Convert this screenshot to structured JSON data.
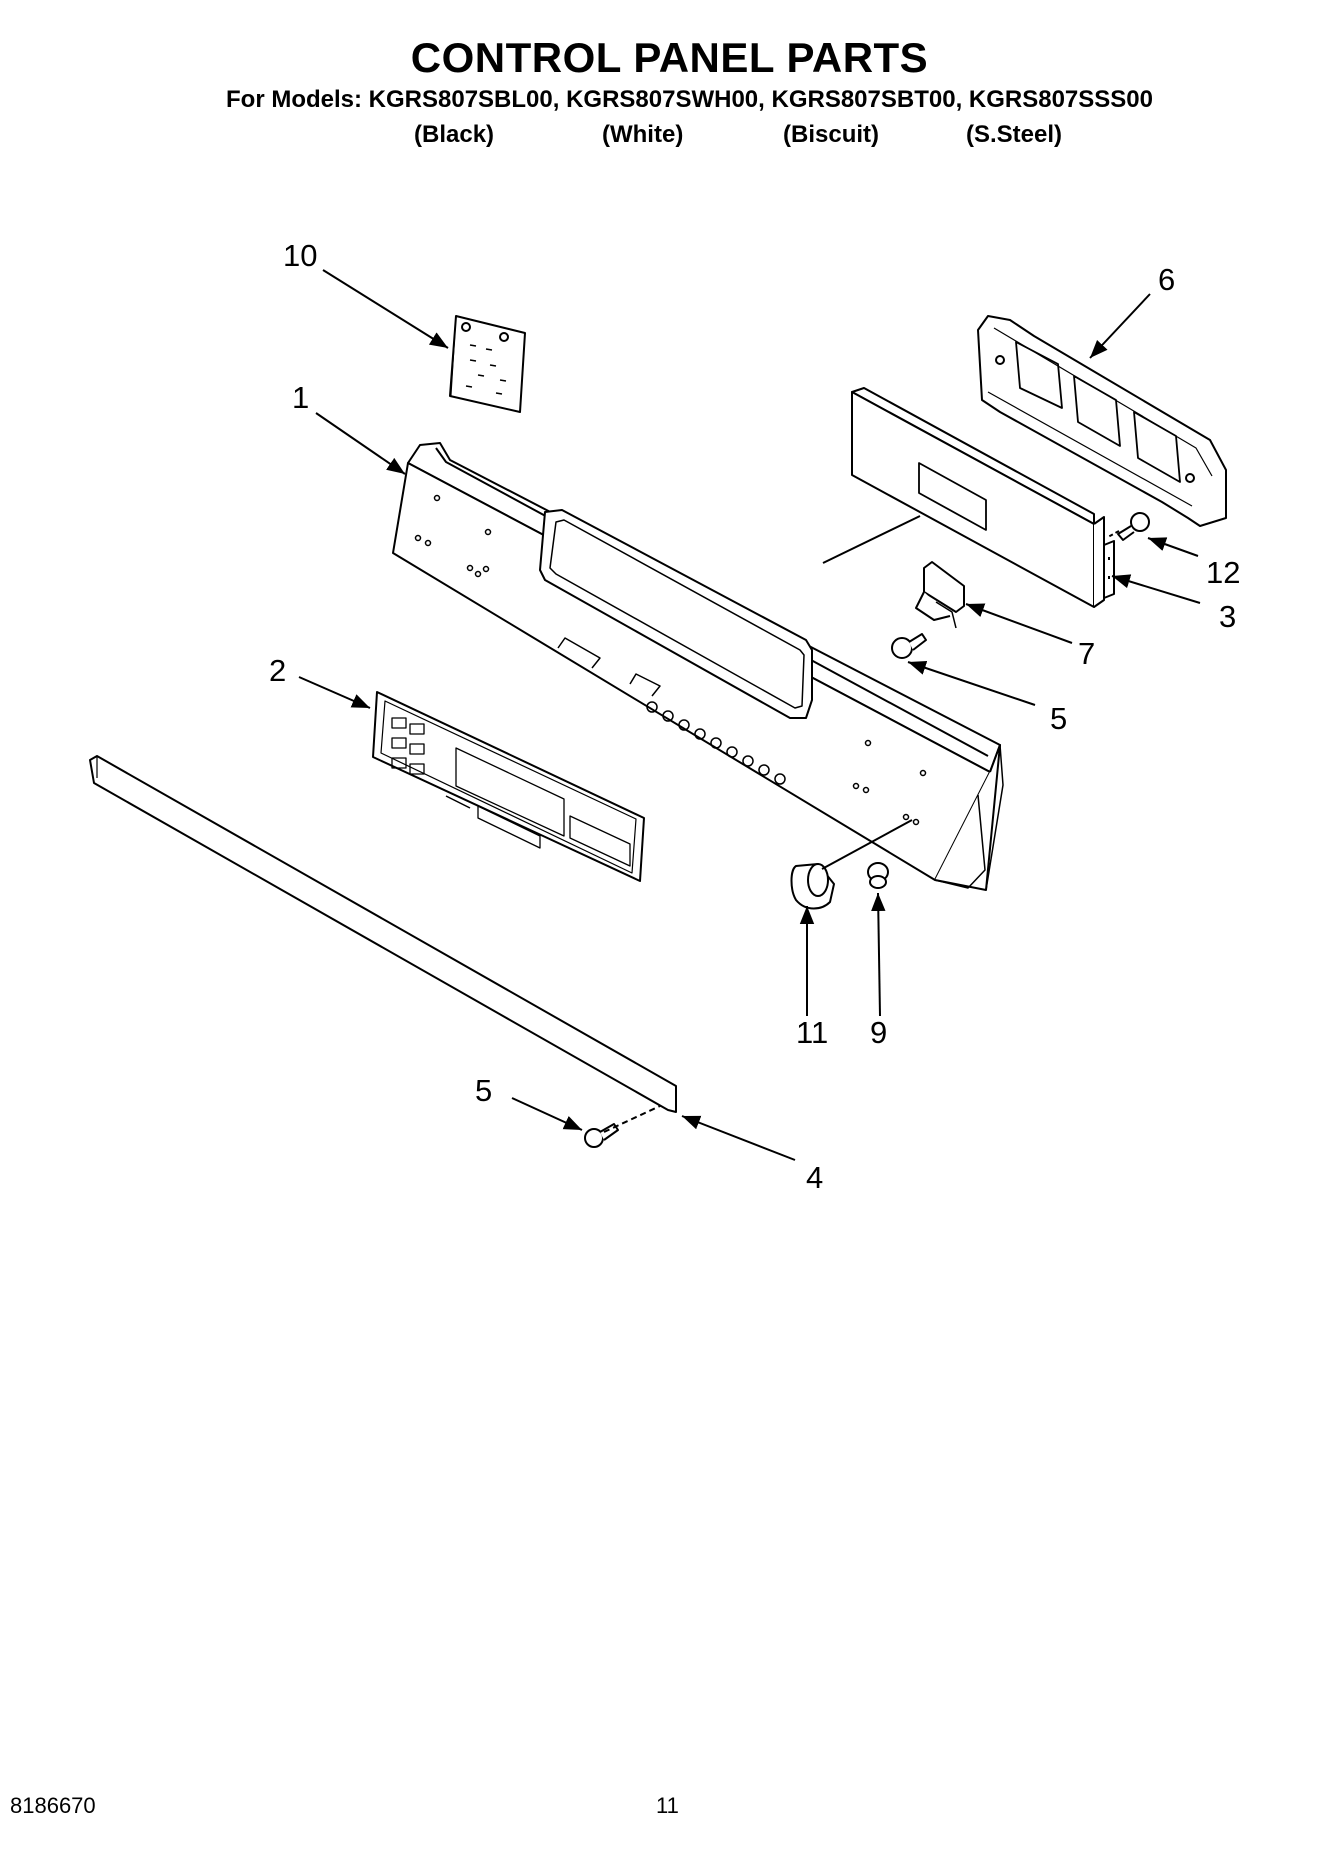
{
  "header": {
    "title": "CONTROL PANEL PARTS",
    "models": "For Models: KGRS807SBL00, KGRS807SWH00, KGRS807SBT00, KGRS807SSS00",
    "finishes": [
      "(Black)",
      "(White)",
      "(Biscuit)",
      "(S.Steel)"
    ]
  },
  "callouts": [
    "10",
    "6",
    "1",
    "12",
    "3",
    "7",
    "2",
    "5",
    "11",
    "9",
    "5",
    "4"
  ],
  "footer": {
    "doc_number": "8186670",
    "page_number": "11"
  }
}
